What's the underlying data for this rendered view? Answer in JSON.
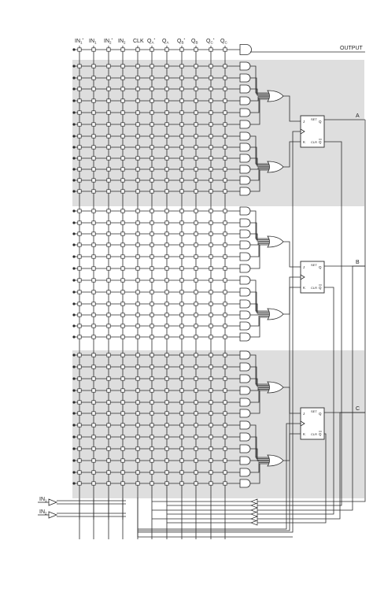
{
  "column_labels": [
    {
      "main": "IN",
      "sub": "1",
      "sup": "*"
    },
    {
      "main": "IN",
      "sub": "1",
      "sup": ""
    },
    {
      "main": "IN",
      "sub": "2",
      "sup": "*"
    },
    {
      "main": "IN",
      "sub": "2",
      "sup": ""
    },
    {
      "main": "CLK",
      "sub": "",
      "sup": ""
    },
    {
      "main": "Q",
      "sub": "A",
      "sup": "*"
    },
    {
      "main": "Q",
      "sub": "A",
      "sup": ""
    },
    {
      "main": "Q",
      "sub": "B",
      "sup": "*"
    },
    {
      "main": "Q",
      "sub": "B",
      "sup": ""
    },
    {
      "main": "Q",
      "sub": "C",
      "sup": "*"
    },
    {
      "main": "Q",
      "sub": "C",
      "sup": ""
    }
  ],
  "output_label": "OUTPUT",
  "flipflops": [
    {
      "name": "A",
      "j": "J",
      "k": "K",
      "q": "Q",
      "qbar": "Q",
      "set": "SET",
      "clr": "CLR"
    },
    {
      "name": "B",
      "j": "J",
      "k": "K",
      "q": "Q",
      "qbar": "Q",
      "set": "SET",
      "clr": "CLR"
    },
    {
      "name": "C",
      "j": "J",
      "k": "K",
      "q": "Q",
      "qbar": "Q",
      "set": "SET",
      "clr": "CLR"
    }
  ],
  "inputs": [
    {
      "main": "IN",
      "sub": "1"
    },
    {
      "main": "IN",
      "sub": "2"
    }
  ],
  "colors": {
    "shade": "#dedede",
    "line": "#2a2a2a",
    "node": "#ffffff"
  }
}
